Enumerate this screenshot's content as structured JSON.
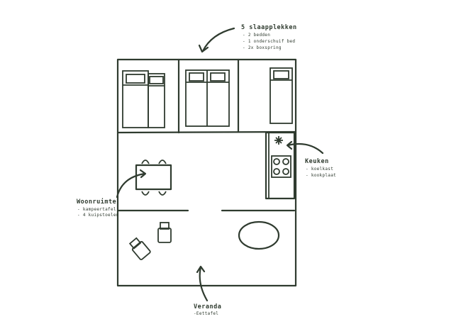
{
  "labels": {
    "sleeping": {
      "title": "5 slaapplekken",
      "items": [
        "- 2 bedden",
        "- 1 onderschuif bed",
        "- 2x boxspring"
      ]
    },
    "living": {
      "title": "Woonruimte",
      "items": [
        "- kampeertafel",
        "- 4 kuipstoelen"
      ]
    },
    "kitchen": {
      "title": "Keuken",
      "items": [
        "- koelkast",
        "- kookplaat"
      ]
    },
    "veranda": {
      "title": "Veranda",
      "items": [
        "-Eettafel"
      ]
    }
  },
  "colors": {
    "ink": "#2f3b2f",
    "background": "#ffffff"
  }
}
